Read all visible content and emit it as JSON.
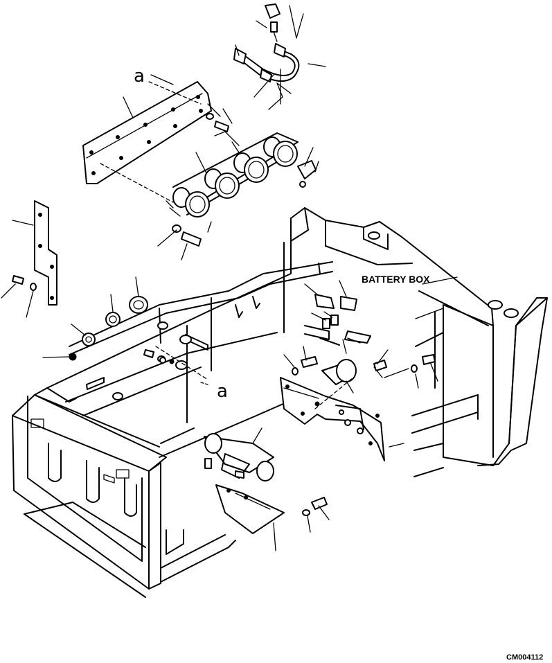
{
  "diagram": {
    "battery_box_label": "BATTERY BOX",
    "reference_marks": [
      "a",
      "a"
    ],
    "drawing_number": "CM004112"
  }
}
